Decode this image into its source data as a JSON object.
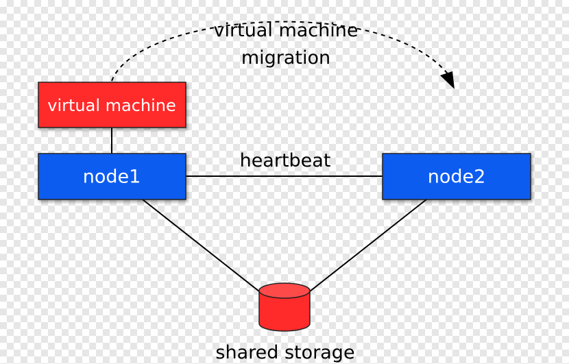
{
  "diagram": {
    "migration_label_line1": "virtual machine",
    "migration_label_line2": "migration",
    "vm_label": "virtual machine",
    "node1_label": "node1",
    "node2_label": "node2",
    "heartbeat_label": "heartbeat",
    "storage_label": "shared storage"
  },
  "colors": {
    "vm_fill": "#ff2b2b",
    "node_fill": "#0a5cf0",
    "storage_fill": "#ff2b2b",
    "line": "#000000"
  },
  "icons": {
    "storage": "database-cylinder-icon",
    "arrow": "curved-dashed-arrow-icon"
  }
}
